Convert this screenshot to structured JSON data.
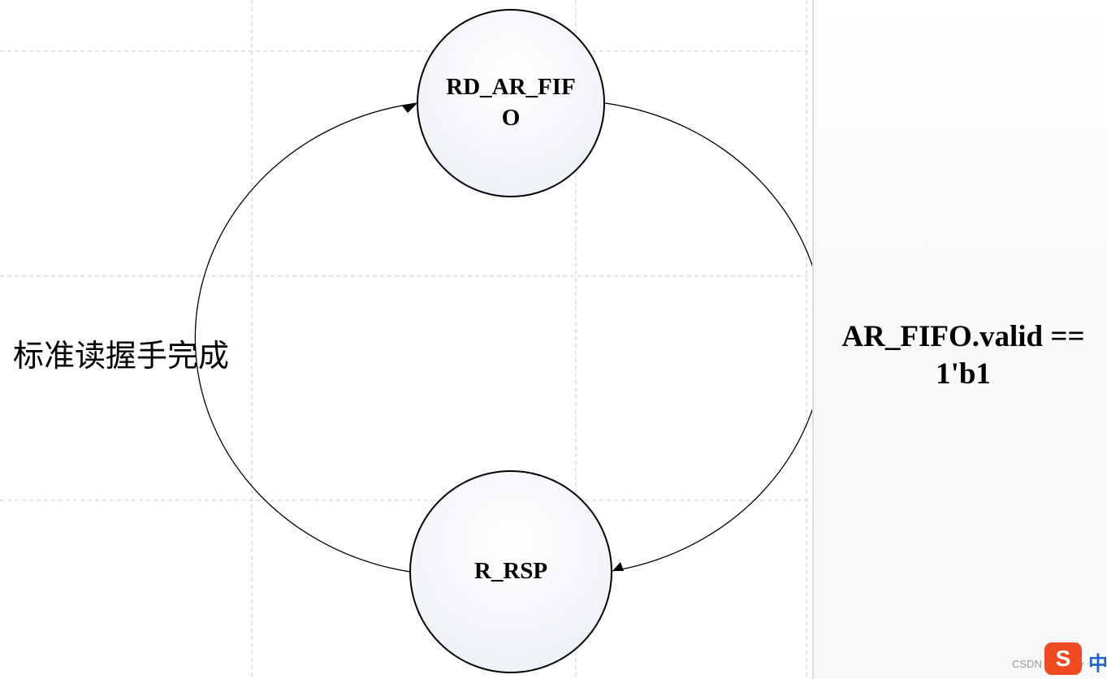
{
  "diagram": {
    "states": [
      {
        "id": "rd_ar_fifo",
        "label": "RD_AR_FIFO"
      },
      {
        "id": "r_rsp",
        "label": "R_RSP"
      }
    ],
    "transitions": [
      {
        "from": "r_rsp",
        "to": "rd_ar_fifo",
        "label": "标准读握手完成"
      },
      {
        "from": "rd_ar_fifo",
        "to": "r_rsp",
        "label": "AR_FIFO.valid == 1'b1"
      }
    ]
  },
  "watermark": "CSDN @Starry",
  "ime": {
    "icon": "sogou-s-icon",
    "letter": "S",
    "lang": "中"
  },
  "colors": {
    "ime_accent": "#f04a23",
    "ime_lang": "#1d64c8"
  }
}
